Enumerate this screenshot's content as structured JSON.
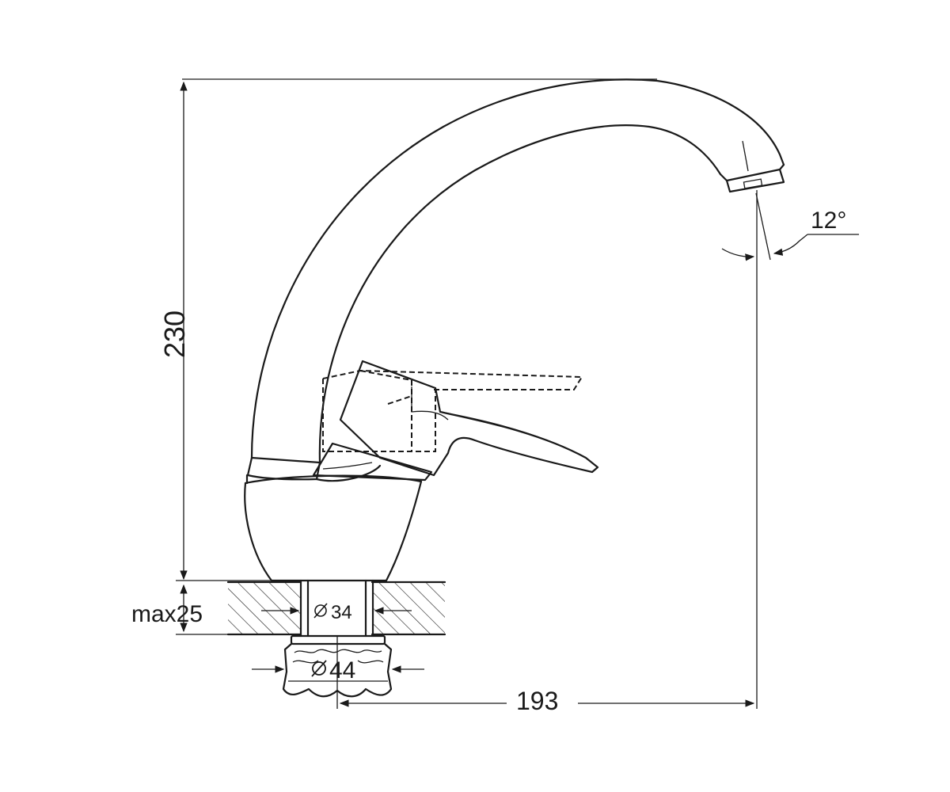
{
  "dimensions": {
    "height": "230",
    "reach": "193",
    "angle": "12°",
    "counter_thickness": "max25",
    "shank_diameter": "34",
    "nut_diameter": "44"
  },
  "colors": {
    "line": "#1a1a1a",
    "background": "#ffffff"
  },
  "icons": {
    "diameter_symbol": "diameter-icon"
  }
}
